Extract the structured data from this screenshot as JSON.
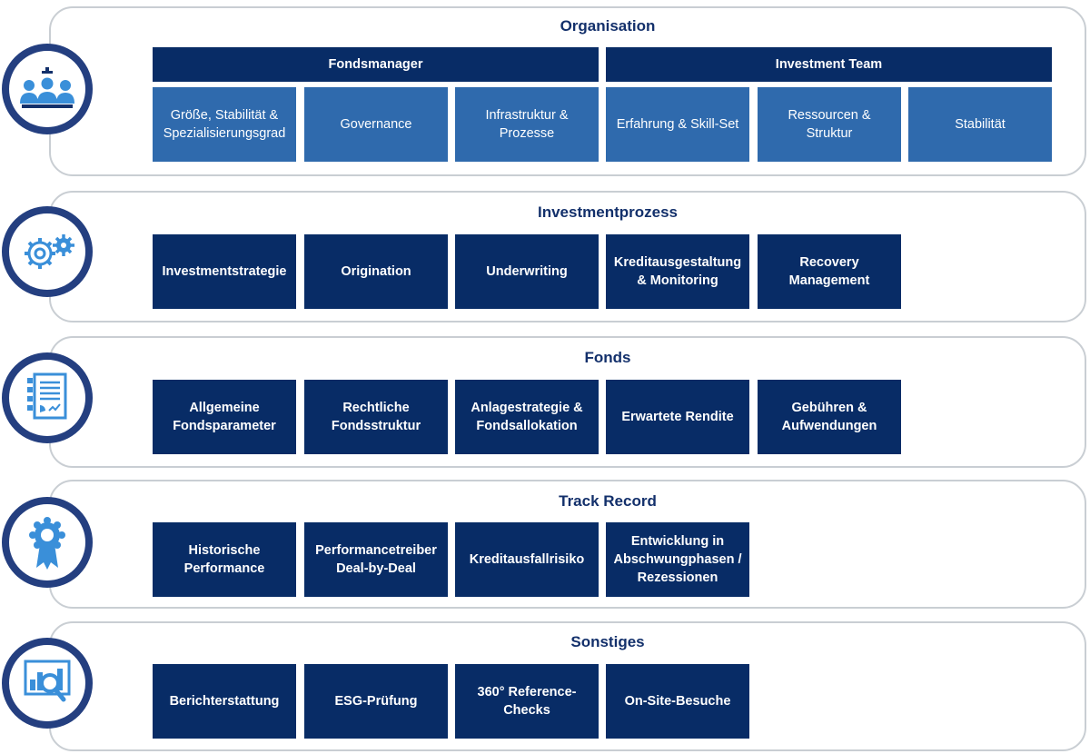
{
  "sections": {
    "organisation": {
      "title": "Organisation",
      "groups": [
        "Fondsmanager",
        "Investment Team"
      ],
      "items": [
        "Größe, Stabilität &\nSpezialisierungsgrad",
        "Governance",
        "Infrastruktur &\nProzesse",
        "Erfahrung & Skill-Set",
        "Ressourcen &\nStruktur",
        "Stabilität"
      ]
    },
    "investmentprozess": {
      "title": "Investmentprozess",
      "items": [
        "Investmentstrategie",
        "Origination",
        "Underwriting",
        "Kreditausgestaltung\n& Monitoring",
        "Recovery\nManagement"
      ]
    },
    "fonds": {
      "title": "Fonds",
      "items": [
        "Allgemeine\nFondsparameter",
        "Rechtliche\nFondsstruktur",
        "Anlagestrategie &\nFondsallokation",
        "Erwartete Rendite",
        "Gebühren &\nAufwendungen"
      ]
    },
    "track_record": {
      "title": "Track Record",
      "items": [
        "Historische\nPerformance",
        "Performancetreiber\nDeal-by-Deal",
        "Kreditausfallrisiko",
        "Entwicklung in\nAbschwungphasen /\nRezessionen"
      ]
    },
    "sonstiges": {
      "title": "Sonstiges",
      "items": [
        "Berichterstattung",
        "ESG-Prüfung",
        "360° Reference-\nChecks",
        "On-Site-Besuche"
      ]
    }
  },
  "icons": [
    "team-icon",
    "gears-icon",
    "document-chart-icon",
    "award-badge-icon",
    "analytics-magnifier-icon"
  ],
  "colors": {
    "dark_navy": "#082c66",
    "medium_blue": "#2f6aad",
    "ring": "#243f80",
    "icon_blue": "#3a8fd9",
    "panel_border": "#c9ced3"
  }
}
